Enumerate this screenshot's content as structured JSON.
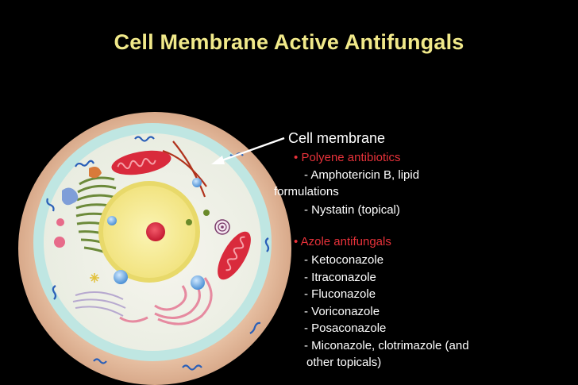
{
  "slide": {
    "title": "Cell Membrane Active Antifungals",
    "colors": {
      "background": "#000000",
      "title": "#f1e98a",
      "highlight": "#e8323a",
      "body": "#ffffff"
    }
  },
  "content": {
    "heading": "Cell membrane",
    "bullet_glyph": "•",
    "groups": [
      {
        "name": "Polyene antibiotics",
        "items": [
          "Amphotericin B, lipid formulations",
          "Nystatin (topical)"
        ]
      },
      {
        "name": "Azole antifungals",
        "items": [
          "Ketoconazole",
          "Itraconazole",
          "Fluconazole",
          "Voriconazole",
          "Posaconazole",
          "Miconazole, clotrimazole (and other topicals)"
        ]
      }
    ],
    "lines": {
      "ampho_a": "- Amphotericin B, lipid",
      "ampho_b": "formulations",
      "nystatin": "- Nystatin (topical)",
      "keto": "- Ketoconazole",
      "itra": "- Itraconazole",
      "fluco": "- Fluconazole",
      "vori": "- Voriconazole",
      "posa": "- Posaconazole",
      "mico_a": "- Miconazole, clotrimazole (and",
      "mico_b": "other topicals)"
    }
  },
  "figure": {
    "icon": "animal-cell-diagram-icon",
    "arrow": "pointer-arrow-icon"
  }
}
